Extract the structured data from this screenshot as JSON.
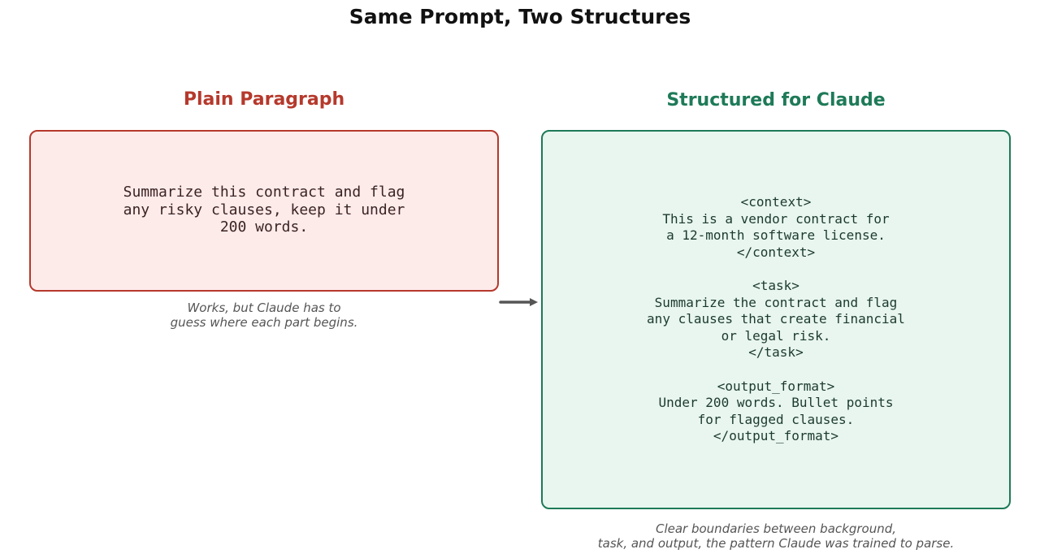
{
  "title": "Same Prompt, Two Structures",
  "colors": {
    "plain_accent": "#b5392c",
    "plain_fill": "#fdebea",
    "structured_accent": "#1e7a58",
    "structured_fill": "#e8f6ef",
    "arrow": "#555555"
  },
  "plain": {
    "heading": "Plain Paragraph",
    "prompt": "Summarize this contract and flag\nany risky clauses, keep it under\n200 words.",
    "caption": "Works, but Claude has to\nguess where each part begins."
  },
  "structured": {
    "heading": "Structured for Claude",
    "prompt": "<context>\nThis is a vendor contract for\na 12-month software license.\n</context>\n\n<task>\nSummarize the contract and flag\nany clauses that create financial\nor legal risk.\n</task>\n\n<output_format>\nUnder 200 words. Bullet points\nfor flagged clauses.\n</output_format>",
    "caption": "Clear boundaries between background,\ntask, and output, the pattern Claude was trained to parse."
  },
  "arrow_icon": "right-arrow-icon"
}
